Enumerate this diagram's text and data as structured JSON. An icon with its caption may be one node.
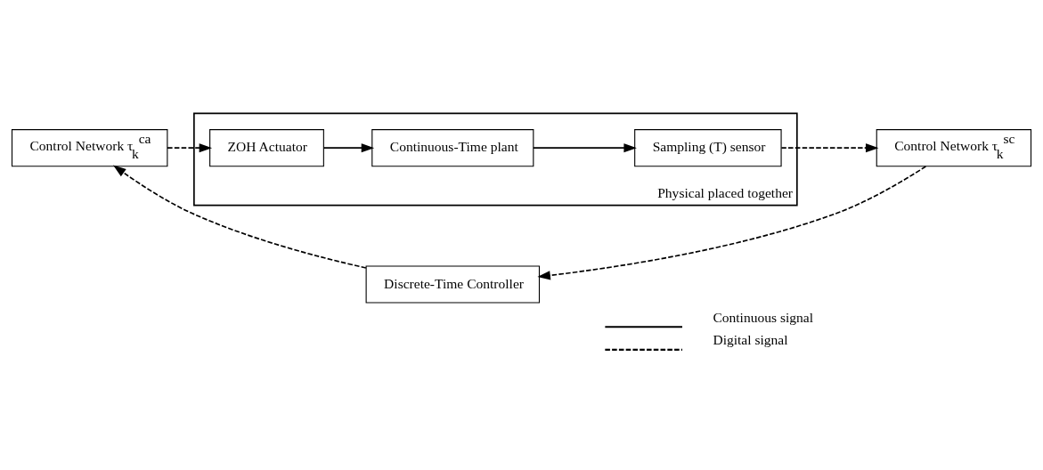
{
  "diagram": {
    "nodes": [
      {
        "text": [
          "Physical placed together"
        ]
      },
      {
        "text": [
          "ZOH Actuator"
        ],
        "in": 0
      },
      {
        "text": [
          "Continuous-Time plant"
        ],
        "in": 0
      },
      {
        "text": [
          "Sampling (T) sensor"
        ],
        "in": 0
      },
      {
        "text": [
          "Control Network τ$_{k}$$^{ca}$"
        ]
      },
      {
        "text": [
          "Control Network τ$_{k}$$^{sc}$"
        ]
      },
      {
        "text": [
          "Discrete-Time Controller"
        ]
      }
    ],
    "edges": [
      {
        "from": 4,
        "to": 1,
        "arrow": "to",
        "style": "dashed"
      },
      {
        "from": 1,
        "to": 2,
        "arrow": "to"
      },
      {
        "from": 2,
        "to": 3,
        "arrow": "to"
      },
      {
        "from": 3,
        "to": 5,
        "arrow": "to",
        "style": "dashed"
      },
      {
        "from": 5,
        "to": 6,
        "arrow": "to",
        "style": "dashed"
      },
      {
        "from": 6,
        "to": 4,
        "arrow": "to",
        "style": "dashed"
      }
    ],
    "legend": [
      {
        "text": "Continuous signal"
      },
      {
        "text": "Digital signal"
      }
    ]
  }
}
